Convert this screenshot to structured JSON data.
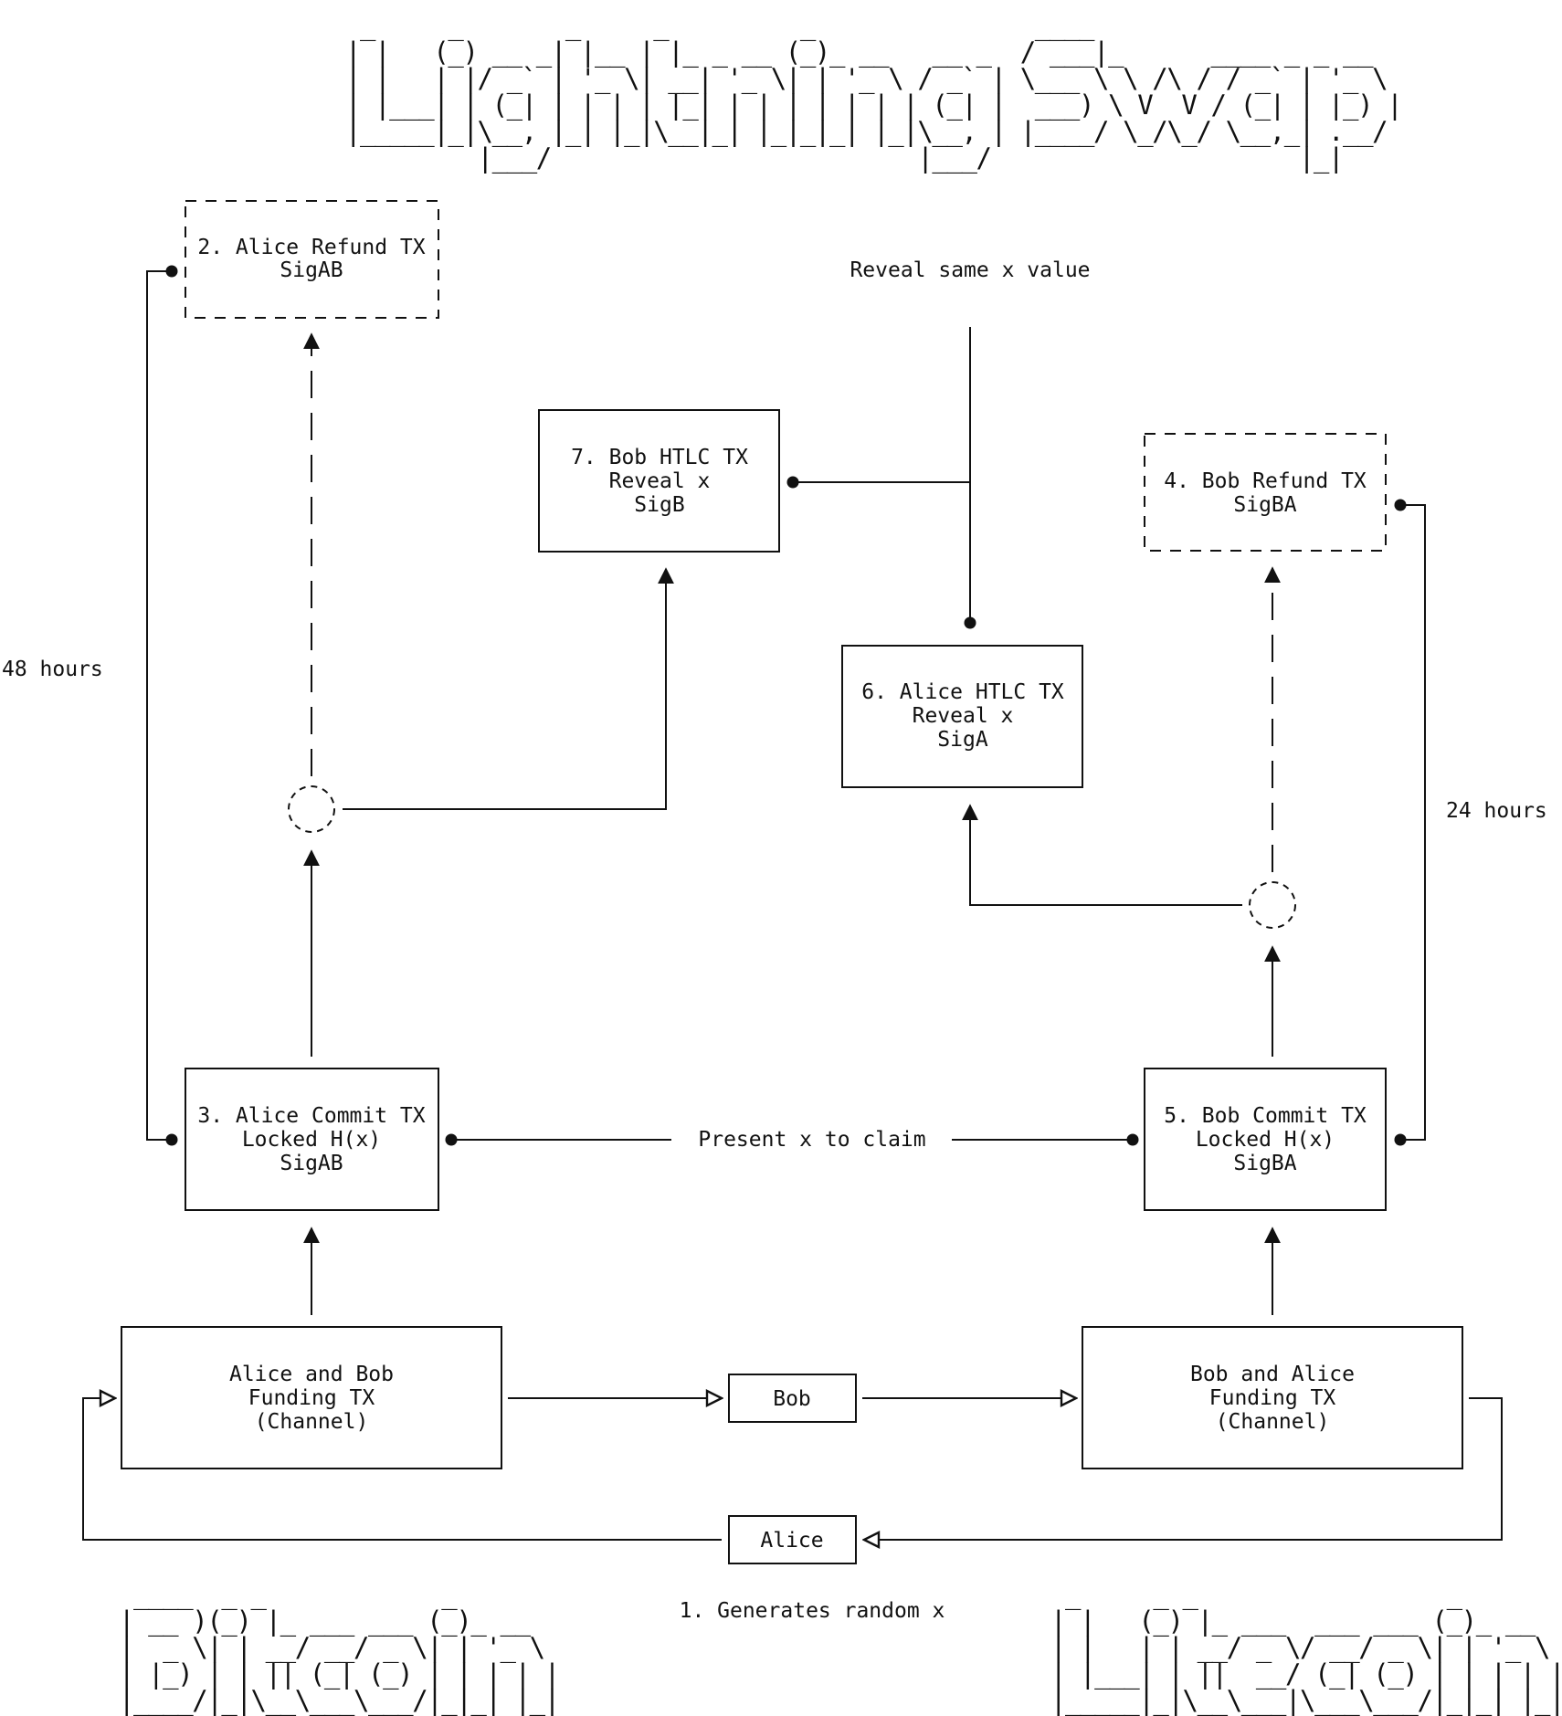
{
  "title_art": " _     _       _     _         _               ____                        \n| |   (_) __ _| |__ | |_ _ __ (_)_ __   __ _  / ___|_      ____ _ _ __  \n| |   | |/ _` | '_ \\| __| '_ \\| | '_ \\ / _` | \\___ \\ \\ /\\ / / _` | '_ \\ \n| |___| | (_| | | | | |_| | | | | | | | (_| |  ___) \\ V  V / (_| | |_) |\n|_____|_|\\__, |_| |_|\\__|_| |_|_|_| |_|\\__, | |____/ \\_/\\_/ \\__,_| .__/ \n         |___/                         |___/                     |_|    ",
  "bitcoin_art": " ____  _ _            _       \n| __ )(_) |_ ___ ___ (_)_ __  \n|  _ \\| | __/ __/ _ \\| | '_ \\ \n| |_) | | || (_| (_) | | | | |\n|____/|_|\\__\\___\\___/|_|_| |_|",
  "litecoin_art": " _     _ _                 _       \n| |   (_) |_ ___  ___ ___ (_)_ __  \n| |   | | __/ _ \\/ __/ _ \\| | '_ \\ \n| |___| | ||  __/ (_| (_) | | | | |\n|_____|_|\\__\\___|\\___\\___/|_|_| |_|",
  "nodes": {
    "alice_refund": [
      "2. Alice Refund TX",
      "SigAB"
    ],
    "alice_commit": [
      "3. Alice Commit TX",
      "Locked H(x)",
      "SigAB"
    ],
    "bob_refund": [
      "4. Bob Refund TX",
      "SigBA"
    ],
    "bob_commit": [
      "5. Bob Commit TX",
      "Locked H(x)",
      "SigBA"
    ],
    "alice_htlc": [
      "6. Alice HTLC TX",
      "Reveal x",
      "SigA"
    ],
    "bob_htlc": [
      "7. Bob HTLC TX",
      "Reveal x",
      "SigB"
    ],
    "alice_bob_funding": [
      "Alice and Bob",
      "Funding TX",
      "(Channel)"
    ],
    "bob_alice_funding": [
      "Bob and Alice",
      "Funding TX",
      "(Channel)"
    ],
    "bob": [
      "Bob"
    ],
    "alice": [
      "Alice"
    ]
  },
  "labels": {
    "reveal_same_x": "Reveal same x value",
    "present_x": "Present x to claim",
    "hours_48": "48 hours",
    "hours_24": "24 hours",
    "generates_x": "1. Generates random x"
  }
}
